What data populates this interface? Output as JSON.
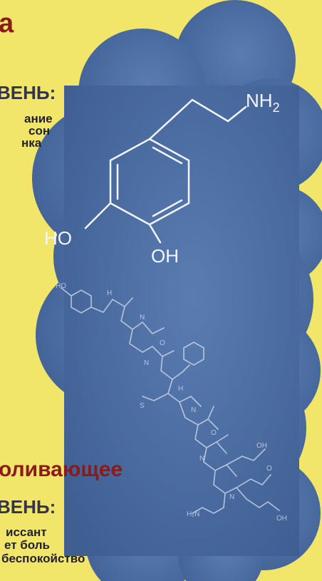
{
  "top": {
    "title_fragment": "а",
    "level_heading": "ВЕНЬ:",
    "lines": [
      "ание",
      "сон",
      "нка"
    ]
  },
  "bottom": {
    "title_fragment": "оливающее",
    "level_heading": "ВЕНЬ:",
    "lines": [
      "иссант",
      "ет боль",
      "беспокойство"
    ]
  },
  "molecule": {
    "amine_label": "NH",
    "amine_subscript": "2",
    "hydroxyl_left": "HO",
    "hydroxyl_right": "OH"
  },
  "colors": {
    "background": "#f2e66a",
    "cloud": "#4d6fa3",
    "heading_red": "#8b1a1a",
    "structure_lines": "#f4f6ff"
  }
}
